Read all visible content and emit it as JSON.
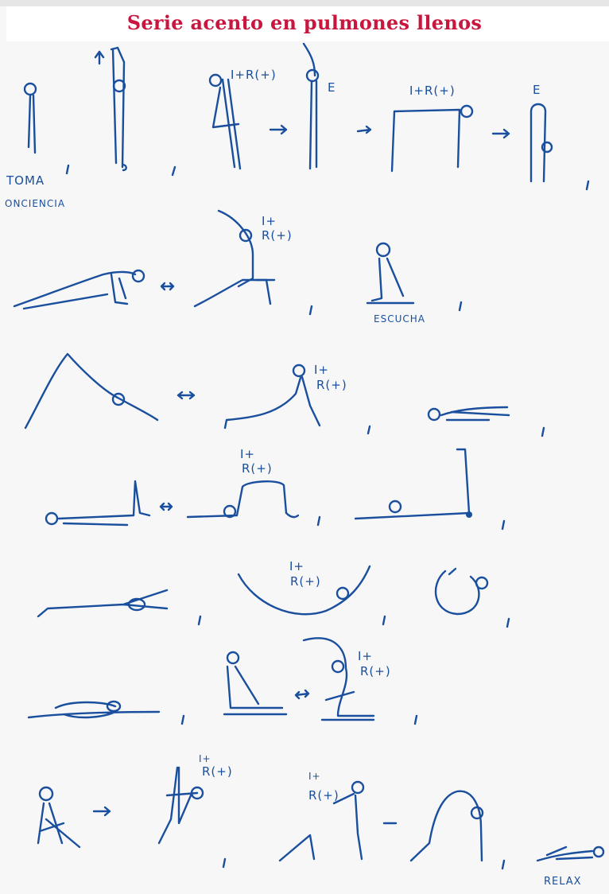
{
  "title": "Serie acento en pulmones llenos",
  "colors": {
    "ink": "#1a4f9e",
    "title": "#c8163f"
  },
  "labels": {
    "toma": "TOMA",
    "conciencia": "ONCIENCIA",
    "escucha": "ESCUCHA",
    "relax": "RELAX",
    "i_r": "I+R(+)",
    "e": "E",
    "i": "I+",
    "r": "R(+)"
  }
}
